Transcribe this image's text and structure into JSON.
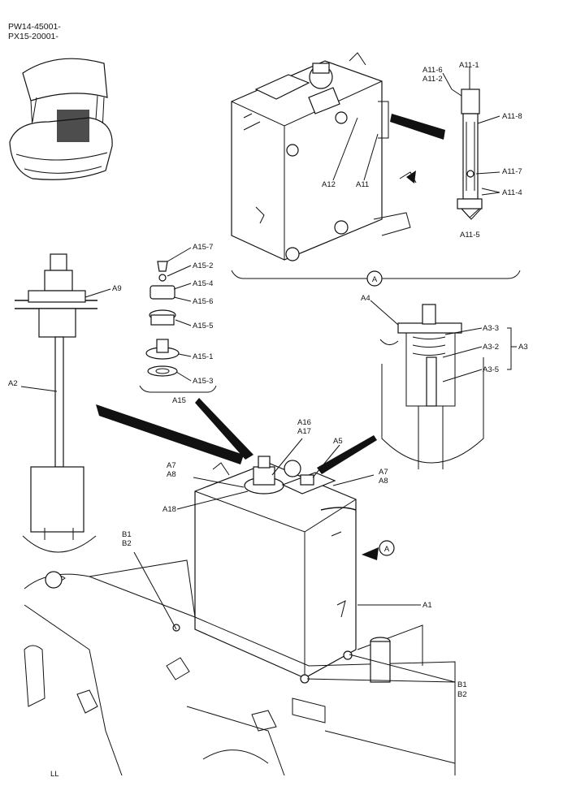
{
  "header": {
    "line1": "PW14-45001-",
    "line2": "PX15-20001-"
  },
  "callouts": {
    "A1": "A1",
    "A2": "A2",
    "A3": "A3",
    "A3_2": "A3-2",
    "A3_3": "A3-3",
    "A3_5": "A3-5",
    "A4": "A4",
    "A5": "A5",
    "A7_left": "A7",
    "A8_left": "A8",
    "A7_right": "A7",
    "A8_right": "A8",
    "A9": "A9",
    "A11": "A11",
    "A11_1": "A11-1",
    "A11_2": "A11-2",
    "A11_4": "A11-4",
    "A11_5": "A11-5",
    "A11_6": "A11-6",
    "A11_7": "A11-7",
    "A11_8": "A11-8",
    "A12": "A12",
    "A15": "A15",
    "A15_1": "A15-1",
    "A15_2": "A15-2",
    "A15_3": "A15-3",
    "A15_4": "A15-4",
    "A15_5": "A15-5",
    "A15_6": "A15-6",
    "A15_7": "A15-7",
    "A16": "A16",
    "A17": "A17",
    "A18": "A18",
    "B1_top": "B1",
    "B2_top": "B2",
    "B1_bottom": "B1",
    "B2_bottom": "B2"
  },
  "view_markers": {
    "view_a_top": "A",
    "view_a_side": "A"
  },
  "footer_mark": "LL"
}
